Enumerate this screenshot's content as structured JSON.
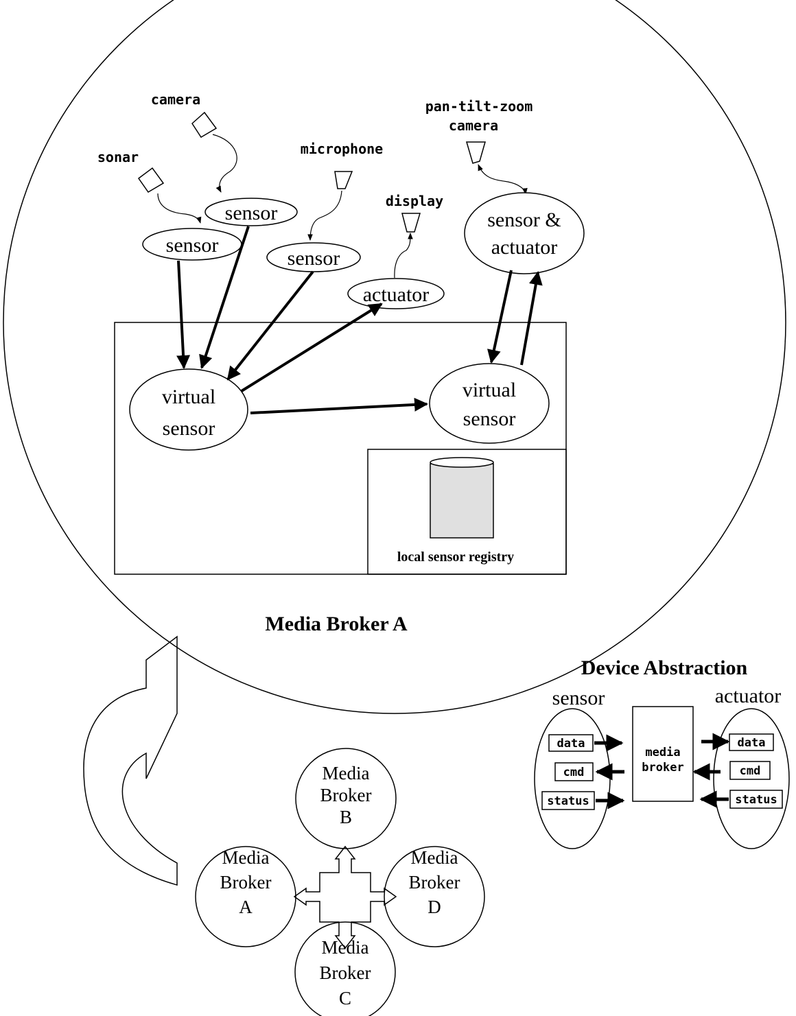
{
  "main_broker": {
    "title": "Media Broker A",
    "devices": {
      "camera": "camera",
      "sonar": "sonar",
      "microphone": "microphone",
      "display": "display",
      "ptz_line1": "pan-tilt-zoom",
      "ptz_line2": "camera"
    },
    "nodes": {
      "sensor_camera": "sensor",
      "sensor_sonar": "sensor",
      "sensor_mic": "sensor",
      "actuator": "actuator",
      "sensor_actuator_line1": "sensor &",
      "sensor_actuator_line2": "actuator",
      "virtual_left_line1": "virtual",
      "virtual_left_line2": "sensor",
      "virtual_right_line1": "virtual",
      "virtual_right_line2": "sensor"
    },
    "registry_label": "local sensor registry"
  },
  "device_abstraction": {
    "title": "Device Abstraction",
    "sensor_label": "sensor",
    "actuator_label": "actuator",
    "broker_line1": "media",
    "broker_line2": "broker",
    "sensor_ports": [
      "data",
      "cmd",
      "status"
    ],
    "actuator_ports": [
      "data",
      "cmd",
      "status"
    ]
  },
  "network": {
    "brokers": [
      {
        "line1": "Media",
        "line2": "Broker",
        "line3": "A"
      },
      {
        "line1": "Media",
        "line2": "Broker",
        "line3": "B"
      },
      {
        "line1": "Media",
        "line2": "Broker",
        "line3": "C"
      },
      {
        "line1": "Media",
        "line2": "Broker",
        "line3": "D"
      }
    ]
  }
}
